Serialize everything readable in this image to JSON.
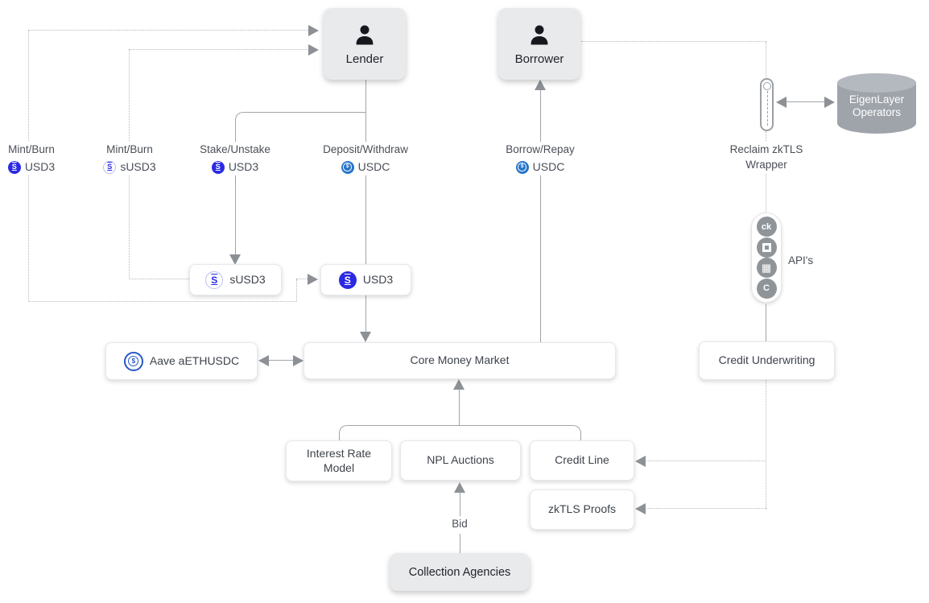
{
  "diagram": {
    "nodes": {
      "lender": {
        "label": "Lender"
      },
      "borrower": {
        "label": "Borrower"
      },
      "eigenlayer": {
        "line1": "EigenLayer",
        "line2": "Operators"
      },
      "susd3": {
        "label": "sUSD3"
      },
      "usd3": {
        "label": "USD3"
      },
      "aave": {
        "label": "Aave aETHUSDC"
      },
      "core_money_market": {
        "label": "Core Money Market"
      },
      "credit_underwriting": {
        "label": "Credit Underwriting"
      },
      "interest_rate_model": {
        "label": "Interest Rate Model"
      },
      "npl_auctions": {
        "label": "NPL Auctions"
      },
      "credit_line": {
        "label": "Credit Line"
      },
      "zktls_proofs": {
        "label": "zkTLS Proofs"
      },
      "collection_agencies": {
        "label": "Collection Agencies"
      }
    },
    "edge_labels": {
      "mint_burn_usd3": {
        "action": "Mint/Burn",
        "token": "USD3"
      },
      "mint_burn_susd3": {
        "action": "Mint/Burn",
        "token": "sUSD3"
      },
      "stake_unstake_usd3": {
        "action": "Stake/Unstake",
        "token": "USD3"
      },
      "deposit_withdraw_usdc": {
        "action": "Deposit/Withdraw",
        "token": "USDC"
      },
      "borrow_repay_usdc": {
        "action": "Borrow/Repay",
        "token": "USDC"
      },
      "reclaim_wrapper": {
        "line1": "Reclaim zkTLS",
        "line2": "Wrapper"
      },
      "apis": "API's",
      "bid": "Bid"
    },
    "token_glyphs": {
      "usd3": "S",
      "susd3": "S",
      "usdc": "$",
      "aave_usdc": "$"
    },
    "api_icons": [
      {
        "name": "credit-karma-icon",
        "glyph": "ck"
      },
      {
        "name": "chase-bank-icon",
        "glyph": ""
      },
      {
        "name": "statement-grid-icon",
        "glyph": "▦"
      },
      {
        "name": "coinbase-icon",
        "glyph": "C"
      }
    ],
    "colors": {
      "usd3_blue": "#2b2ae2",
      "usdc_blue": "#2775ca",
      "aave_ring_blue": "#2557c7",
      "node_gray": "#e9eaeb",
      "cylinder_gray": "#9fa4ab",
      "line_gray": "#a0a4a9",
      "dash_gray": "#b5b8bd",
      "arrow_gray": "#8d9196",
      "label_text": "#4a4f57"
    },
    "edges": [
      {
        "from": "USD3",
        "to": "Lender",
        "style": "dashed",
        "label": "Mint/Burn USD3"
      },
      {
        "from": "sUSD3",
        "to": "Lender",
        "style": "dashed",
        "label": "Mint/Burn sUSD3"
      },
      {
        "from": "Lender",
        "to": "sUSD3",
        "style": "solid",
        "label": "Stake/Unstake USD3"
      },
      {
        "from": "Lender",
        "to": "Core Money Market",
        "via": "USD3",
        "style": "solid",
        "label": "Deposit/Withdraw USDC"
      },
      {
        "from": "Core Money Market",
        "to": "Borrower",
        "style": "solid",
        "label": "Borrow/Repay USDC"
      },
      {
        "from": "sUSD3",
        "to": "USD3",
        "style": "dashed"
      },
      {
        "from": "Aave aETHUSDC",
        "to": "Core Money Market",
        "style": "solid",
        "bidirectional": true
      },
      {
        "from": "Borrower",
        "to": "Reclaim zkTLS Wrapper",
        "style": "dashed"
      },
      {
        "from": "Reclaim zkTLS Wrapper",
        "to": "EigenLayer Operators",
        "style": "solid",
        "bidirectional": true
      },
      {
        "from": "Reclaim zkTLS Wrapper",
        "to": "API's",
        "style": "dashed"
      },
      {
        "from": "API's",
        "to": "Credit Underwriting",
        "style": "solid"
      },
      {
        "from": "Credit Underwriting",
        "to": "Credit Line",
        "style": "dashed"
      },
      {
        "from": "Credit Underwriting",
        "to": "zkTLS Proofs",
        "style": "dashed"
      },
      {
        "from": "Interest Rate Model",
        "to": "Core Money Market",
        "style": "solid"
      },
      {
        "from": "NPL Auctions",
        "to": "Core Money Market",
        "style": "solid"
      },
      {
        "from": "Credit Line",
        "to": "Core Money Market",
        "style": "solid"
      },
      {
        "from": "Collection Agencies",
        "to": "NPL Auctions",
        "style": "solid",
        "label": "Bid"
      }
    ]
  }
}
